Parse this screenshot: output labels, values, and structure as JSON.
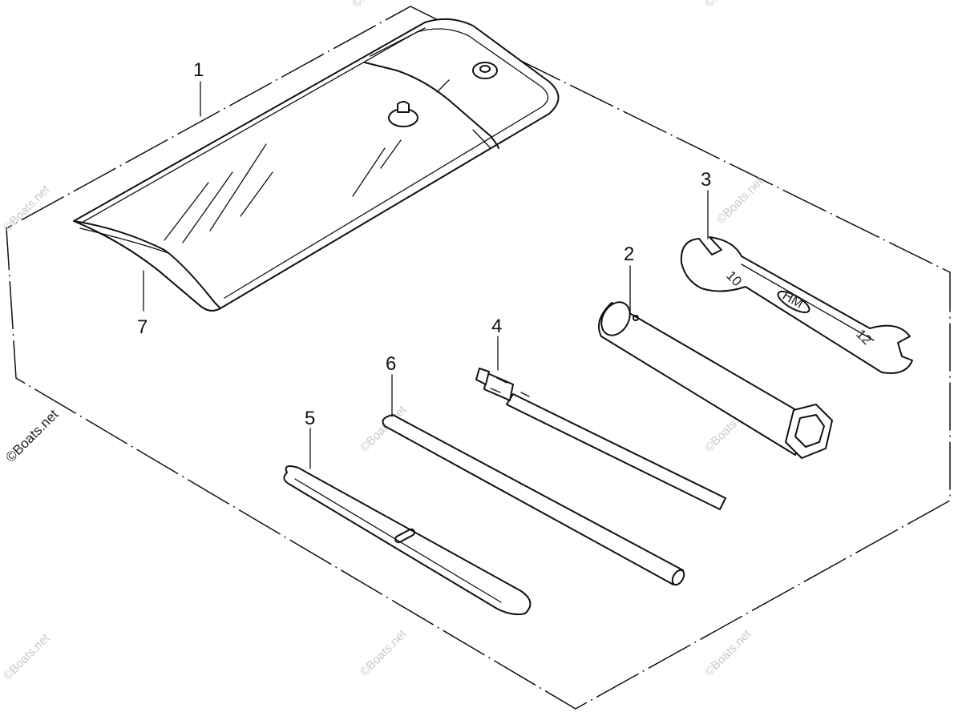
{
  "callouts": {
    "c1": "1",
    "c2": "2",
    "c3": "3",
    "c4": "4",
    "c5": "5",
    "c6": "6",
    "c7": "7"
  },
  "wrench_marks": {
    "size_left": "10",
    "size_right": "12",
    "brand": "HM"
  },
  "watermarks": {
    "text": "©Boats.net",
    "edge_text": "©Boats.net"
  }
}
